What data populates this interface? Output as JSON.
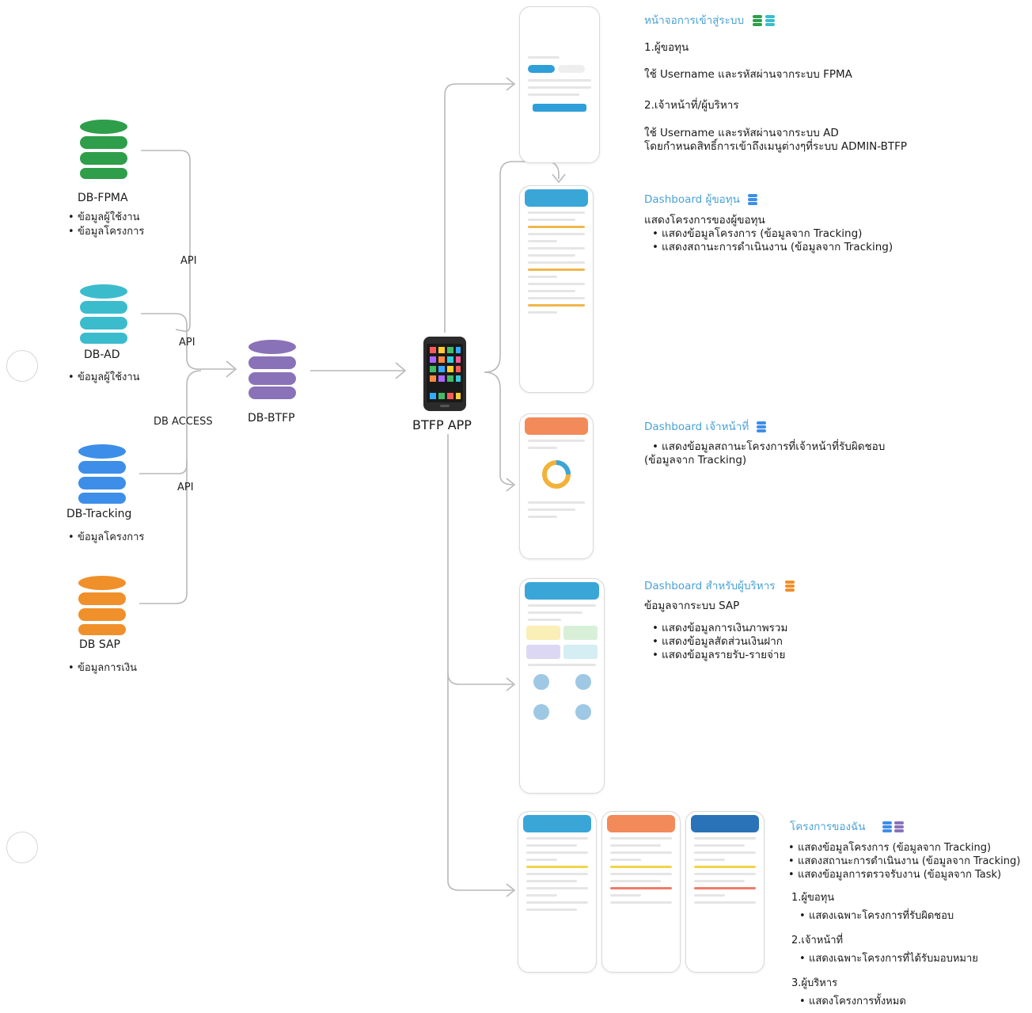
{
  "databases": [
    {
      "label": "DB-FPMA",
      "color": "#2e9e4a",
      "bullets": [
        "ข้อมูลผู้ใช้งาน",
        "ข้อมูลโครงการ"
      ]
    },
    {
      "label": "DB-AD",
      "color": "#3bbccc",
      "bullets": [
        "ข้อมูลผู้ใช้งาน"
      ]
    },
    {
      "label": "DB-Tracking",
      "color": "#3d8ee8",
      "bullets": [
        "ข้อมูลโครงการ"
      ]
    },
    {
      "label": "DB SAP",
      "color": "#f0902a",
      "bullets": [
        "ข้อมูลการเงิน"
      ]
    }
  ],
  "connectors": {
    "api_1": "API",
    "api_2": "API",
    "db_access": "DB ACCESS",
    "api_3": "API"
  },
  "central_db": {
    "label": "DB-BTFP",
    "color": "#8a72b8"
  },
  "app": {
    "label": "BTFP APP"
  },
  "sections": {
    "login": {
      "title": "หน้าจอการเข้าสู่ระบบ",
      "icons": [
        "green-db-icon",
        "teal-db-icon"
      ],
      "line1": "1.ผู้ขอทุน",
      "line2": "ใช้ Username และรหัสผ่านจากระบบ FPMA",
      "line3": "2.เจ้าหน้าที่/ผู้บริหาร",
      "line4": "ใช้ Username และรหัสผ่านจากระบบ AD",
      "line5": "โดยกำหนดสิทธิ์การเข้าถึงเมนูต่างๆที่ระบบ ADMIN-BTFP"
    },
    "dash_applicant": {
      "title": "Dashboard ผู้ขอทุน",
      "icons": [
        "blue-db-icon"
      ],
      "intro": "แสดงโครงการของผู้ขอทุน",
      "bullets": [
        "แสดงข้อมูลโครงการ (ข้อมูลจาก Tracking)",
        "แสดงสถานะการดำเนินงาน (ข้อมูลจาก Tracking)"
      ]
    },
    "dash_staff": {
      "title": "Dashboard เจ้าหน้าที่",
      "icons": [
        "blue-db-icon"
      ],
      "bullet": "แสดงข้อมูลสถานะโครงการที่เจ้าหน้าที่รับผิดชอบ",
      "cont": "(ข้อมูลจาก Tracking)"
    },
    "dash_exec": {
      "title": "Dashboard สำหรับผู้บริหาร",
      "icons": [
        "orange-db-icon"
      ],
      "intro": "ข้อมูลจากระบบ SAP",
      "bullets": [
        "แสดงข้อมูลการเงินภาพรวม",
        "แสดงข้อมูลสัดส่วนเงินฝาก",
        "แสดงข้อมูลรายรับ-รายจ่าย"
      ]
    },
    "my_projects": {
      "title": "โครงการของฉัน",
      "icons": [
        "blue-db-icon",
        "purple-db-icon"
      ],
      "bullets": [
        "แสดงข้อมูลโครงการ (ข้อมูลจาก Tracking)",
        "แสดงสถานะการดำเนินงาน (ข้อมูลจาก Tracking)",
        "แสดงข้อมูลการตรวจรับงาน (ข้อมูลจาก Task)"
      ],
      "role1": "1.ผู้ขอทุน",
      "role1_bullet": "แสดงเฉพาะโครงการที่รับผิดชอบ",
      "role2": "2.เจ้าหน้าที่",
      "role2_bullet": "แสดงเฉพาะโครงการที่ได้รับมอบหมาย",
      "role3": "3.ผู้บริหาร",
      "role3_bullet": "แสดงโครงการทั้งหมด"
    }
  }
}
